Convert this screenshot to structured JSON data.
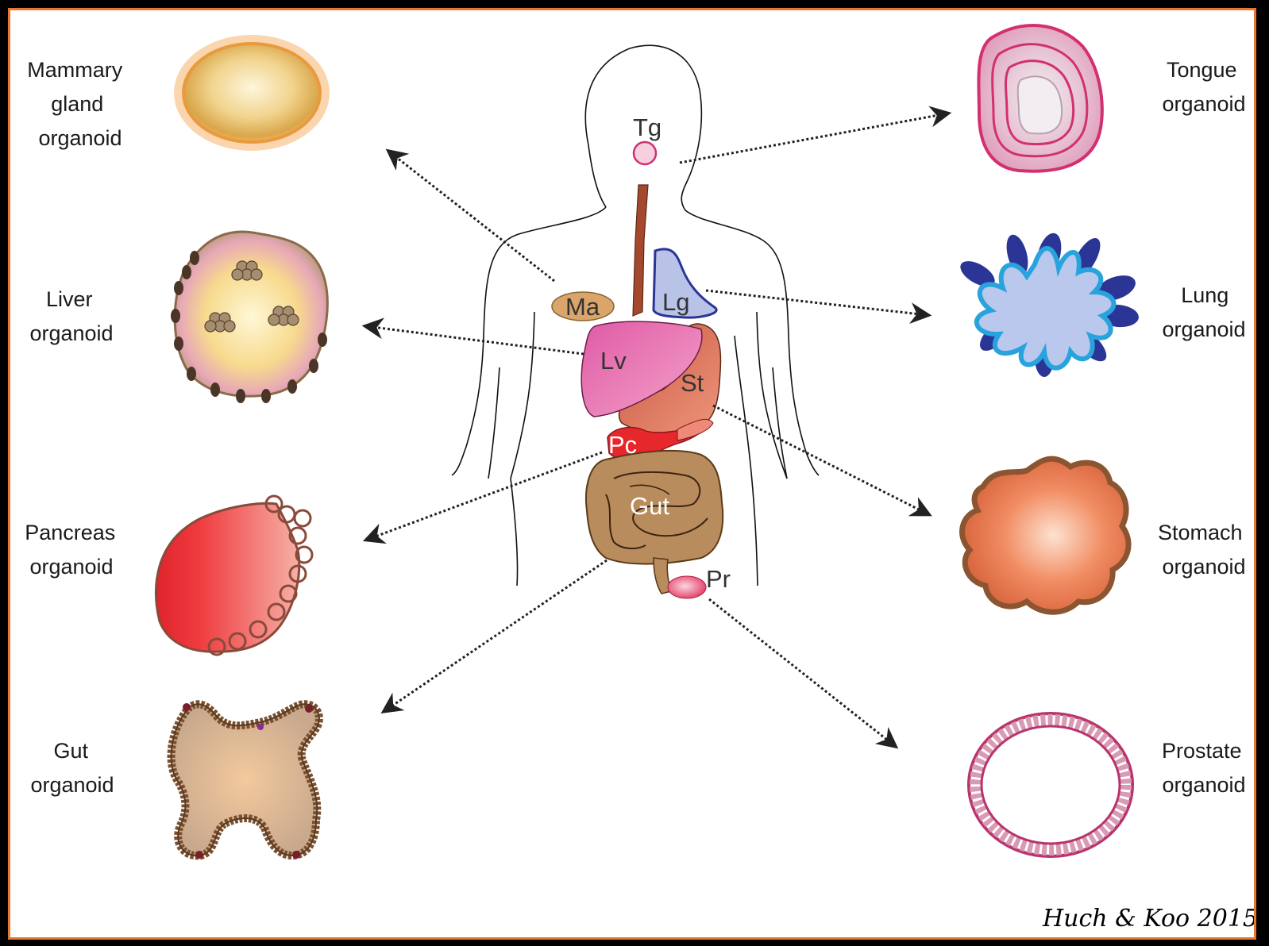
{
  "labels": {
    "mammary": [
      "Mammary",
      "gland",
      "organoid"
    ],
    "liver": [
      "Liver",
      "organoid"
    ],
    "pancreas": [
      "Pancreas",
      "organoid"
    ],
    "gut": [
      "Gut",
      "organoid"
    ],
    "tongue": [
      "Tongue",
      "organoid"
    ],
    "lung": [
      "Lung",
      "organoid"
    ],
    "stomach": [
      "Stomach",
      "organoid"
    ],
    "prostate": [
      "Prostate",
      "organoid"
    ]
  },
  "organs": {
    "tg": "Tg",
    "ma": "Ma",
    "lg": "Lg",
    "lv": "Lv",
    "st": "St",
    "pc": "Pc",
    "gut": "Gut",
    "pr": "Pr"
  },
  "credit": "Huch & Koo 2015"
}
